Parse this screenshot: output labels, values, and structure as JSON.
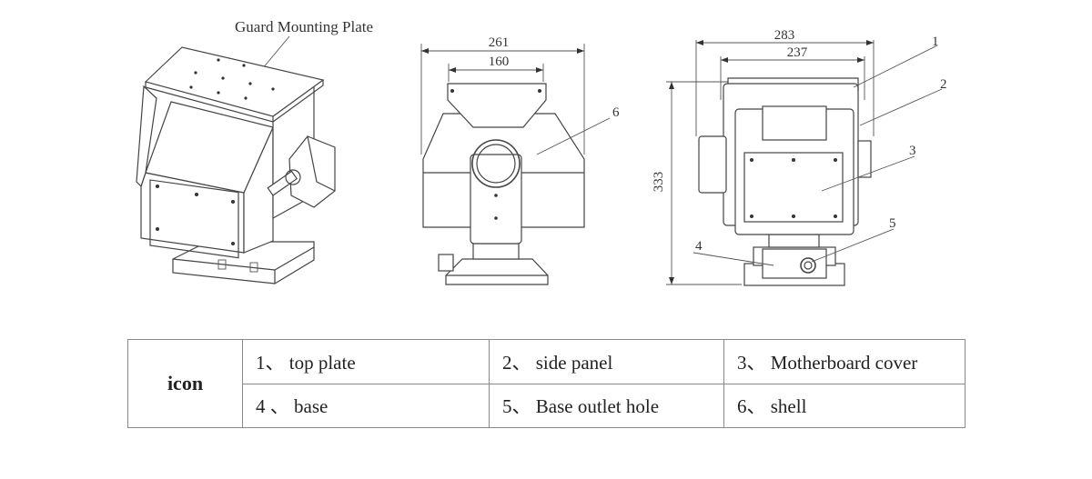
{
  "diagram": {
    "caption": "Guard Mounting Plate",
    "dimensions": {
      "front_outer_width": "261",
      "front_inner_width": "160",
      "side_outer_width": "283",
      "side_inner_width": "237",
      "height": "333"
    },
    "callouts": [
      "1",
      "2",
      "3",
      "4",
      "5",
      "6"
    ]
  },
  "legend": {
    "header": "icon",
    "rows": [
      [
        "1、 top plate",
        "2、 side panel",
        "3、 Motherboard cover"
      ],
      [
        "4 、 base",
        "5、 Base outlet hole",
        "6、 shell"
      ]
    ]
  }
}
